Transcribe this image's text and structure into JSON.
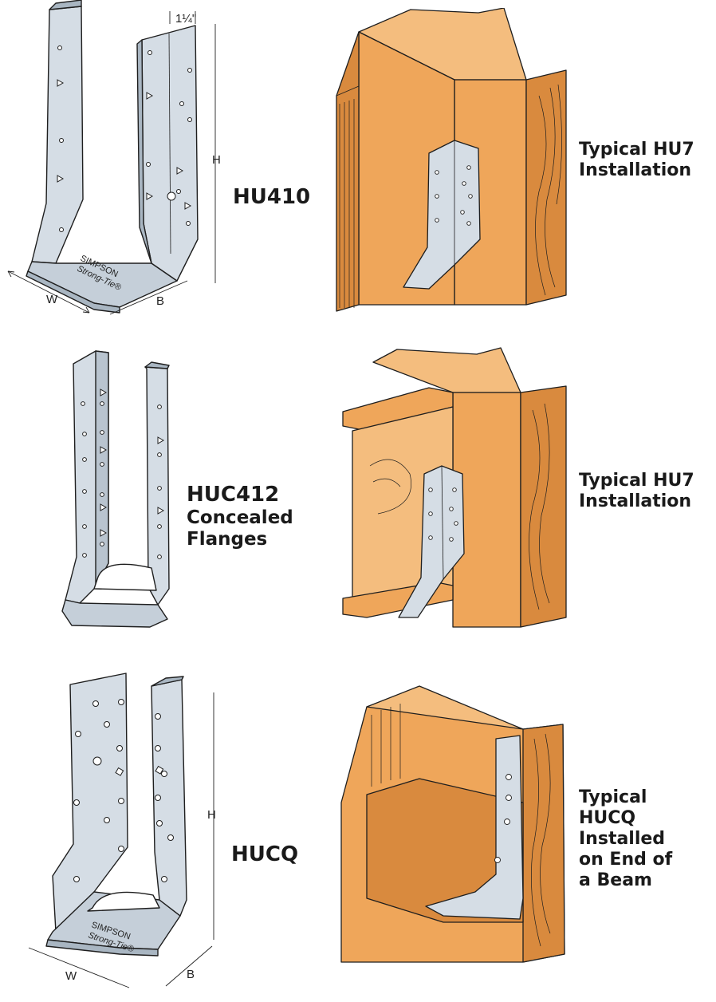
{
  "colors": {
    "steel": "#d5dde5",
    "steel_dark": "#a9b6c2",
    "wood": "#efa65a",
    "wood_light": "#f4bd7e",
    "wood_dark": "#d98a3e",
    "outline": "#1e1e1e"
  },
  "hangers": [
    {
      "model": "HU410",
      "subtitle": "",
      "caption_lines": [
        "Typical HU7",
        "Installation"
      ],
      "stamp": [
        "SIMPSON",
        "Strong-Tie®"
      ],
      "dimensions": {
        "width": "W",
        "depth": "B",
        "height": "H",
        "flange": "1¼\""
      }
    },
    {
      "model": "HUC412",
      "subtitle_lines": [
        "Concealed",
        "Flanges"
      ],
      "caption_lines": [
        "Typical HU7",
        "Installation"
      ]
    },
    {
      "model": "HUCQ",
      "subtitle": "",
      "caption_lines": [
        "Typical",
        "HUCQ",
        "Installed",
        "on End of",
        "a Beam"
      ],
      "stamp": [
        "SIMPSON",
        "Strong-Tie®"
      ],
      "dimensions": {
        "width": "W",
        "depth": "B",
        "height": "H"
      }
    }
  ]
}
